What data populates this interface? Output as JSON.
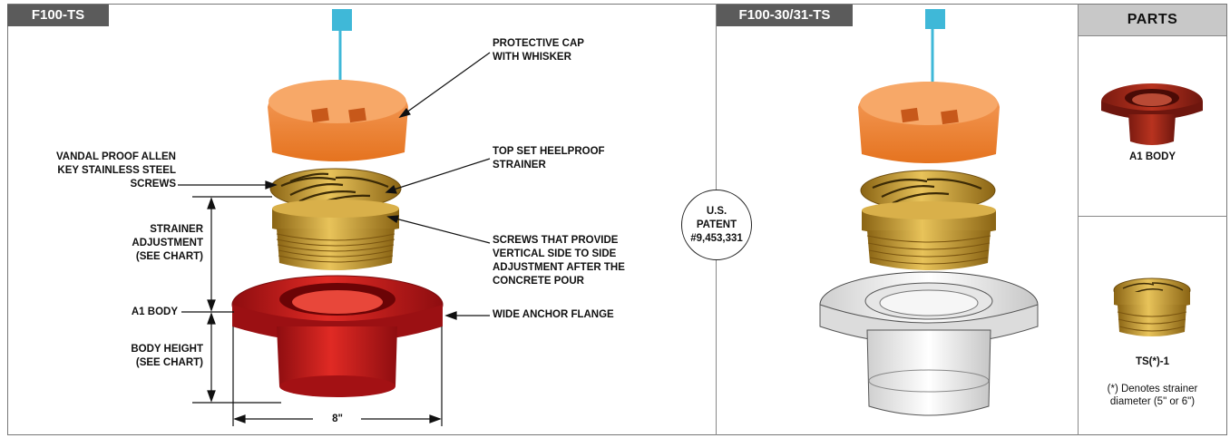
{
  "panels": {
    "left_tag": "F100-TS",
    "middle_tag": "F100-30/31-TS",
    "parts_header": "PARTS"
  },
  "callouts": {
    "protective_cap": "PROTECTIVE CAP\nWITH WHISKER",
    "heelproof_strainer": "TOP SET HEELPROOF\nSTRAINER",
    "side_screws": "SCREWS THAT PROVIDE\nVERTICAL SIDE TO SIDE\nADJUSTMENT AFTER THE\nCONCRETE POUR",
    "anchor_flange": "WIDE ANCHOR FLANGE",
    "vandal_screws": "VANDAL PROOF ALLEN\nKEY STAINLESS STEEL\nSCREWS",
    "strainer_adjustment": "STRAINER\nADJUSTMENT\n(SEE CHART)",
    "a1_body": "A1 BODY",
    "body_height": "BODY HEIGHT\n(SEE CHART)",
    "width_dim": "8\""
  },
  "patent": "U.S.\nPATENT\n#9,453,331",
  "parts": {
    "body_label": "A1 BODY",
    "strainer_label": "TS(*)-1",
    "note": "(*) Denotes strainer\ndiameter (5\" or 6\")"
  },
  "colors": {
    "cap_orange": "#f08a3c",
    "whisker_blue": "#3fb8d8",
    "brass": "#c99a2e",
    "body_red": "#c4141a",
    "tag_gray": "#5b5b5b"
  }
}
